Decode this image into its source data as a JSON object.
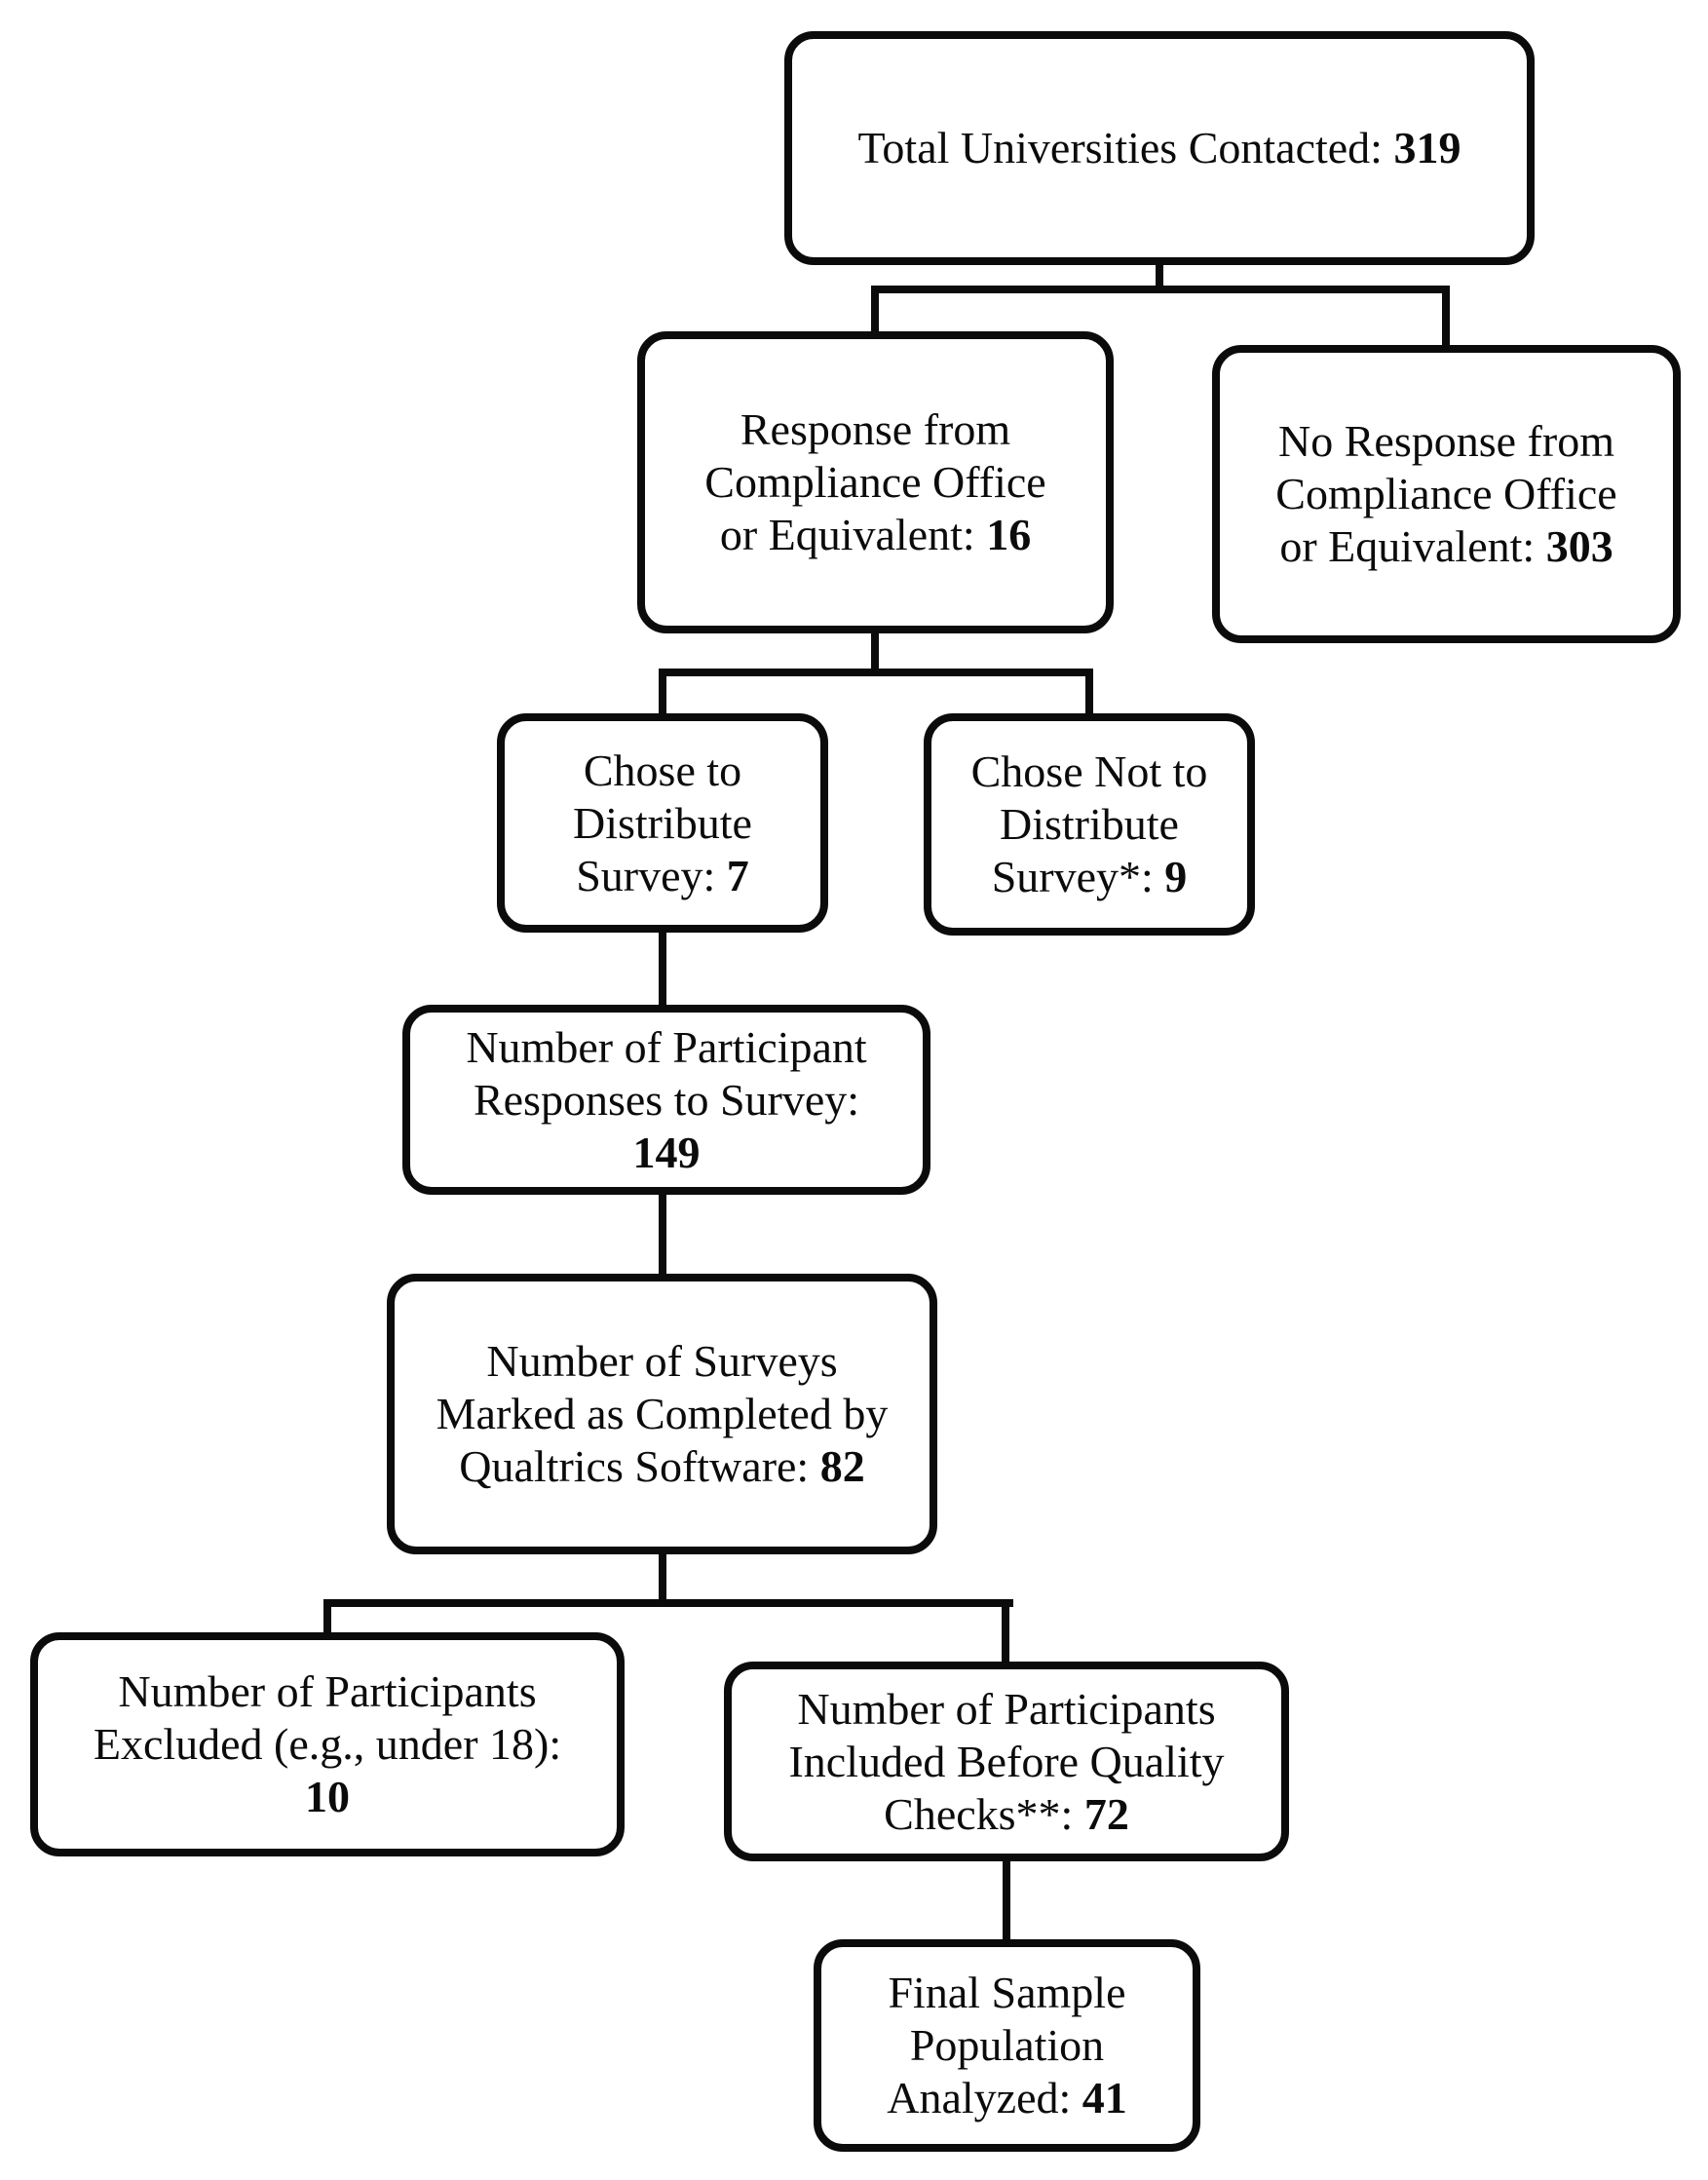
{
  "diagram": {
    "type": "flowchart",
    "background_color": "#ffffff",
    "line_color": "#0b0b0b",
    "boxes": [
      {
        "id": "total-universities",
        "lines": [
          {
            "t": "Total Universities Contacted: ",
            "b": "319"
          }
        ]
      },
      {
        "id": "response-compliance",
        "lines": [
          {
            "t": "Response from"
          },
          {
            "t": "Compliance Office"
          },
          {
            "t": "or Equivalent: ",
            "b": "16"
          }
        ]
      },
      {
        "id": "no-response-compliance",
        "lines": [
          {
            "t": "No Response from"
          },
          {
            "t": "Compliance Office"
          },
          {
            "t": "or Equivalent: ",
            "b": "303"
          }
        ]
      },
      {
        "id": "chose-to-distribute",
        "lines": [
          {
            "t": "Chose to"
          },
          {
            "t": "Distribute"
          },
          {
            "t": "Survey: ",
            "b": "7"
          }
        ]
      },
      {
        "id": "chose-not-to-distribute",
        "lines": [
          {
            "t": "Chose Not to"
          },
          {
            "t": "Distribute"
          },
          {
            "t": "Survey*: ",
            "b": "9"
          }
        ]
      },
      {
        "id": "participant-responses",
        "lines": [
          {
            "t": "Number of Participant"
          },
          {
            "t": "Responses to Survey:"
          },
          {
            "t": "",
            "b": "149"
          }
        ]
      },
      {
        "id": "surveys-completed",
        "lines": [
          {
            "t": "Number of Surveys"
          },
          {
            "t": "Marked as Completed by"
          },
          {
            "t": "Qualtrics Software: ",
            "b": "82"
          }
        ]
      },
      {
        "id": "participants-excluded",
        "lines": [
          {
            "t": "Number of Participants"
          },
          {
            "t": "Excluded (e.g., under 18):"
          },
          {
            "t": "",
            "b": "10"
          }
        ]
      },
      {
        "id": "participants-included",
        "lines": [
          {
            "t": "Number of Participants"
          },
          {
            "t": "Included Before Quality"
          },
          {
            "t": "Checks**: ",
            "b": "72"
          }
        ]
      },
      {
        "id": "final-sample",
        "lines": [
          {
            "t": "Final Sample"
          },
          {
            "t": "Population"
          },
          {
            "t": "Analyzed: ",
            "b": "41"
          }
        ]
      }
    ],
    "edges": [
      [
        "total-universities",
        "response-compliance"
      ],
      [
        "total-universities",
        "no-response-compliance"
      ],
      [
        "response-compliance",
        "chose-to-distribute"
      ],
      [
        "response-compliance",
        "chose-not-to-distribute"
      ],
      [
        "chose-to-distribute",
        "participant-responses"
      ],
      [
        "participant-responses",
        "surveys-completed"
      ],
      [
        "surveys-completed",
        "participants-excluded"
      ],
      [
        "surveys-completed",
        "participants-included"
      ],
      [
        "participants-included",
        "final-sample"
      ]
    ]
  }
}
